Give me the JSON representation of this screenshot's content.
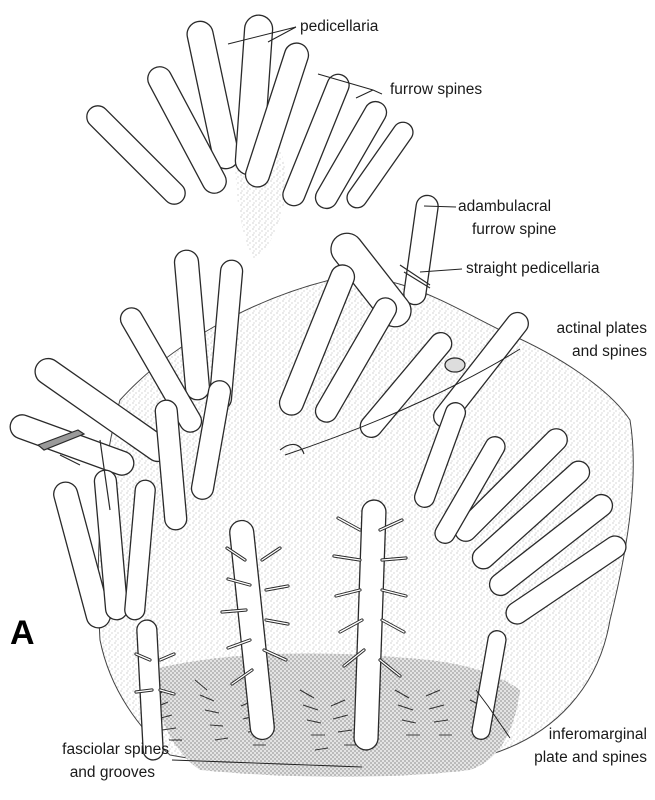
{
  "figure": {
    "panel_letter": "A",
    "labels": {
      "pedicellaria": "pedicellaria",
      "furrow_spines": "furrow spines",
      "adambulacral_line1": "adambulacral",
      "adambulacral_line2": "furrow spine",
      "straight_pedicellaria": "straight pedicellaria",
      "actinal_line1": "actinal plates",
      "actinal_line2": "and spines",
      "inferomarginal_line1": "inferomarginal",
      "inferomarginal_line2": "plate and spines",
      "fasciolar_line1": "fasciolar spines",
      "fasciolar_line2": "and grooves"
    },
    "colors": {
      "ink": "#2a2a2a",
      "stipple": "#c9c9c9",
      "dense_stipple": "#8a8a8a",
      "background": "#ffffff"
    }
  }
}
